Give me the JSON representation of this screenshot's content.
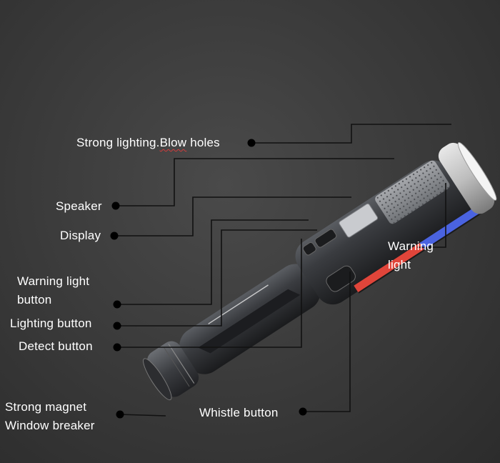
{
  "labels": {
    "strong_lighting_blow_holes": {
      "part1": "Strong lighting.",
      "part2": "Blow",
      "part3": " holes"
    },
    "speaker": "Speaker",
    "display": "Display",
    "warning_light_button": {
      "line1": "Warning light",
      "line2": "button"
    },
    "lighting_button": "Lighting button",
    "detect_button": "Detect button",
    "strong_magnet_window_breaker": {
      "line1": "Strong magnet",
      "line2": "Window breaker"
    },
    "whistle_button": "Whistle button",
    "warning_light": {
      "line1": "Warning",
      "line2": "light"
    }
  },
  "colors": {
    "background": "#3c3c3c",
    "label_text": "#ffffff",
    "leader_line": "#111111",
    "device_body": "#2a2c2f",
    "warning_red": "#e0453a",
    "warning_blue": "#4a63e0"
  }
}
